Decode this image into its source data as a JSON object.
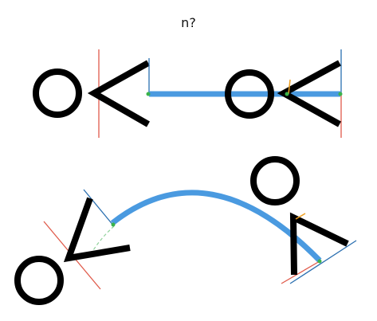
{
  "title": "n?",
  "colors": {
    "glyph": "#000000",
    "bond": "#4a9ae0",
    "red_guide": "#e05a4a",
    "blue_guide": "#2a6fb0",
    "green_dot": "#3ab34a",
    "orange_guide": "#f0a020",
    "background": "#ffffff"
  },
  "icons": [
    "circle-glyph",
    "wedge-glyph",
    "straight-link",
    "curved-link",
    "red-guide-line",
    "blue-guide-line",
    "anchor-dot",
    "orange-guide-mark"
  ]
}
